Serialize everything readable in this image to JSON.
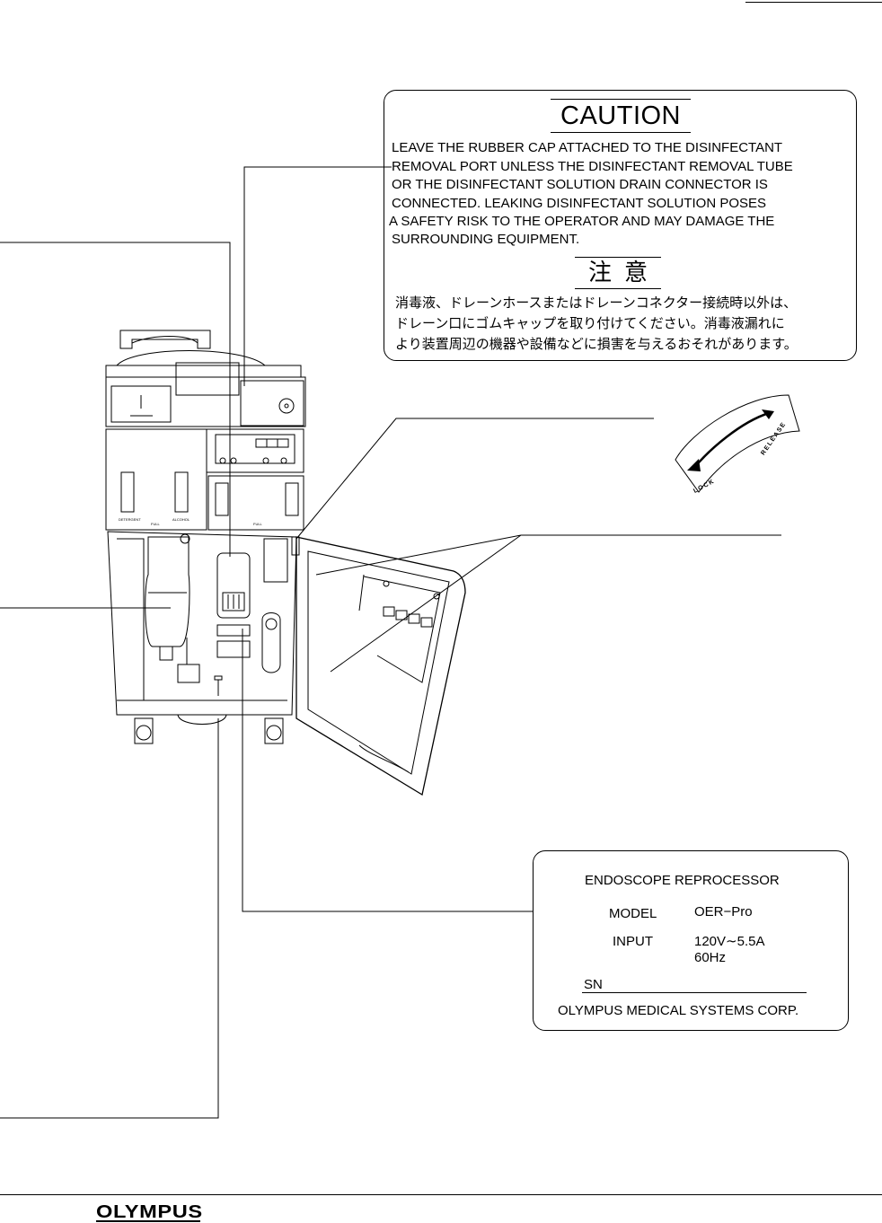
{
  "caution_label": {
    "title": "CAUTION",
    "lines": [
      "LEAVE THE RUBBER CAP ATTACHED TO THE DISINFECTANT",
      "REMOVAL PORT UNLESS THE DISINFECTANT REMOVAL TUBE",
      "OR THE DISINFECTANT SOLUTION DRAIN CONNECTOR IS",
      "CONNECTED. LEAKING DISINFECTANT SOLUTION POSES",
      "A SAFETY RISK TO THE OPERATOR AND MAY DAMAGE THE",
      "SURROUNDING EQUIPMENT."
    ],
    "jp_title": "注意",
    "jp_lines": [
      "消毒液、ドレーンホースまたはドレーンコネクター接続時以外は、",
      "ドレーン口にゴムキャップを取り付けてください。消毒液漏れに",
      "より装置周辺の機器や設備などに損害を与えるおそれがあります。"
    ]
  },
  "lock_release_label": {
    "lock": "LOCK",
    "release": "RELEASE"
  },
  "device_labels": {
    "detergent": "DETERGENT",
    "alcohol": "ALCOHOL",
    "full_left": "FULL",
    "full_right": "FULL"
  },
  "rating_plate": {
    "product": "ENDOSCOPE REPROCESSOR",
    "model_label": "MODEL",
    "model_value": "OER−Pro",
    "input_label": "INPUT",
    "input_value_line1": "120V∼5.5A",
    "input_value_line2": "60Hz",
    "sn_label": "SN",
    "manufacturer": "OLYMPUS MEDICAL SYSTEMS CORP."
  },
  "footer": {
    "logo": "OLYMPUS"
  }
}
